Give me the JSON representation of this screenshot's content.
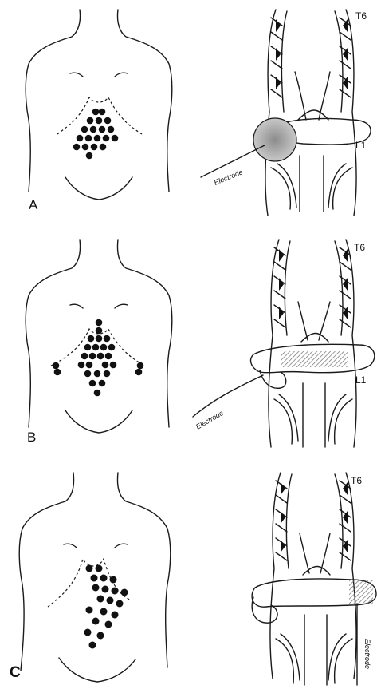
{
  "panels": [
    {
      "panel_label": "A",
      "vertebra_top": "T6",
      "vertebra_bottom": "L1",
      "probe_label": "Electrode"
    },
    {
      "panel_label": "B",
      "vertebra_top": "T6",
      "vertebra_bottom": "L1",
      "probe_label": "Electrode"
    },
    {
      "panel_label": "C",
      "vertebra_top": "T6",
      "vertebra_bottom": "",
      "probe_label": "Electrode"
    }
  ],
  "colors": {
    "ink": "#1a1a1a",
    "shading": "#9a9a9a",
    "background": "#ffffff"
  }
}
